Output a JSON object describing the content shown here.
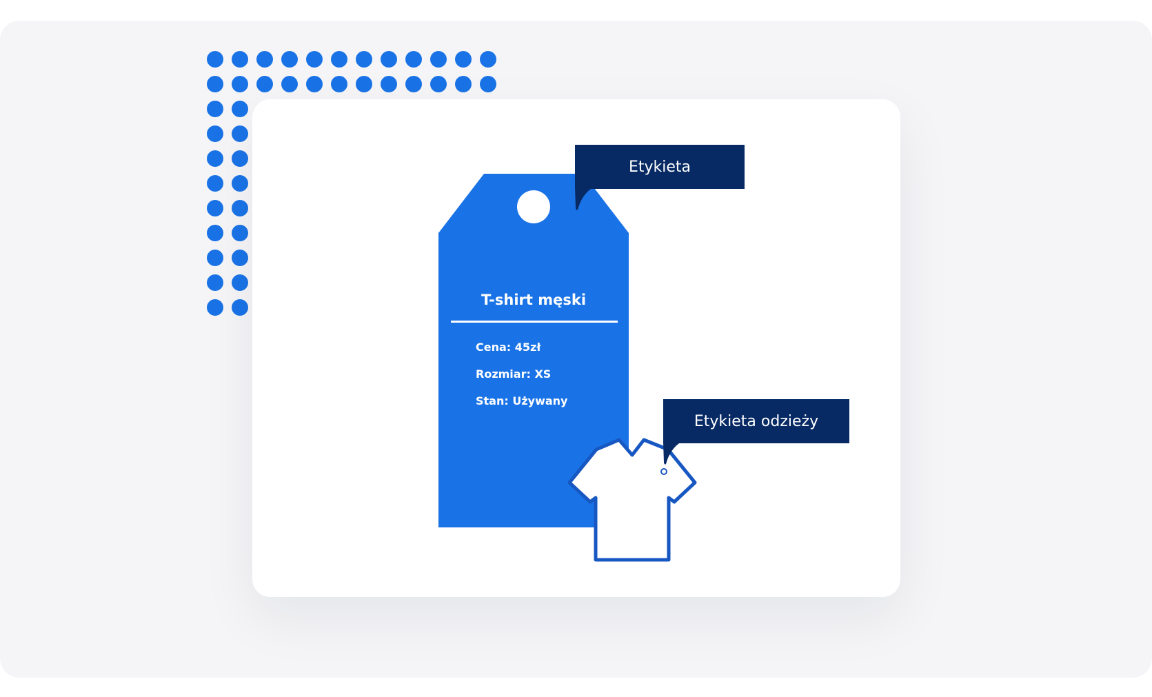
{
  "tag": {
    "title": "T-shirt męski",
    "price": "Cena: 45zł",
    "size": "Rozmiar: XS",
    "condition": "Stan: Używany"
  },
  "callouts": {
    "label": "Etykieta",
    "clothing_label": "Etykieta odzieży"
  },
  "colors": {
    "backdrop": "#f5f5f7",
    "card": "#ffffff",
    "accent_blue": "#1a73e6",
    "shirt_stroke": "#1757c2",
    "callout_navy": "#072a64"
  },
  "icons": {
    "tag": "price-tag-icon",
    "shirt": "t-shirt-icon",
    "pattern": "dot-grid"
  }
}
